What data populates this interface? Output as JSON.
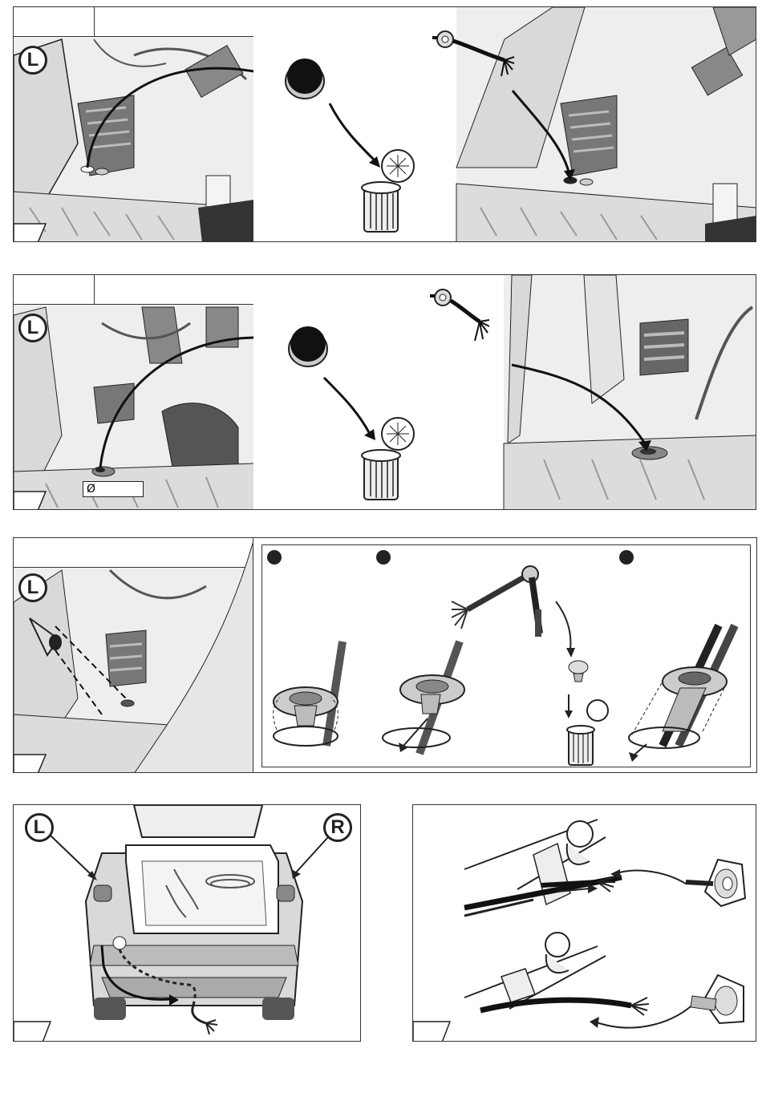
{
  "labels": {
    "left_side": "L",
    "right_side": "R",
    "diameter_symbol": "Ø"
  },
  "colors": {
    "line": "#222222",
    "car_body": "#d9d9d9",
    "car_light": "#eeeeee",
    "dark_part": "#555555",
    "grommet": "#9a9a9a"
  },
  "steps": [
    {
      "id": 1,
      "panels": [
        "remove-plug-left-l",
        "dispose-plug",
        "insert-harness"
      ]
    },
    {
      "id": 2,
      "panels": [
        "remove-plug-left-l",
        "dispose-plug",
        "insert-harness"
      ]
    },
    {
      "id": 3,
      "substeps": 3
    },
    {
      "id": 4,
      "panels": [
        "route-harness-rear",
        "attach-to-towbar"
      ]
    }
  ]
}
